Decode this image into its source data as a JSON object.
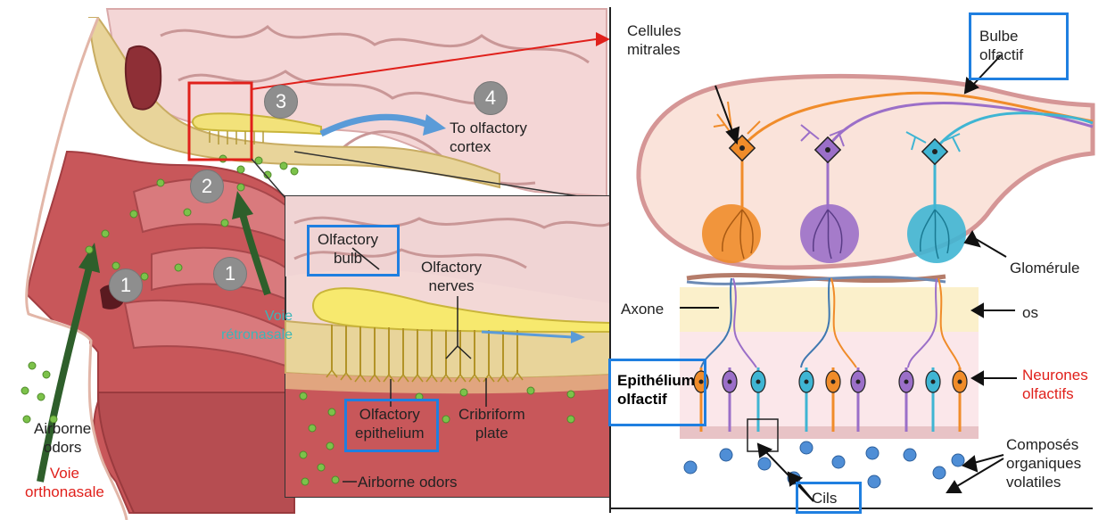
{
  "left_panel": {
    "step_numbers": [
      "1",
      "1",
      "2",
      "3",
      "4"
    ],
    "to_cortex": [
      "To olfactory",
      "cortex"
    ],
    "airborne_odors": [
      "Airborne",
      "odors"
    ],
    "voie_orthonasale": [
      "Voie",
      "orthonasale"
    ],
    "voie_retronasale": [
      "Voie",
      "rétronasale"
    ]
  },
  "inset": {
    "olfactory_bulb": [
      "Olfactory",
      "bulb"
    ],
    "olfactory_nerves": [
      "Olfactory",
      "nerves"
    ],
    "olfactory_epithelium": [
      "Olfactory",
      "epithelium"
    ],
    "cribriform_plate": [
      "Cribriform",
      "plate"
    ],
    "airborne_odors": "Airborne odors"
  },
  "right_panel": {
    "cellules_mitrales": [
      "Cellules",
      "mitrales"
    ],
    "bulbe_olfactif": [
      "Bulbe",
      "olfactif"
    ],
    "glomerule": "Glomérule",
    "axone": "Axone",
    "os": "os",
    "epithelium_olfactif": [
      "Epithélium",
      "olfactif"
    ],
    "neurones_olfactifs": [
      "Neurones",
      "olfactifs"
    ],
    "composes": [
      "Composés",
      "organiques",
      "volatiles"
    ],
    "cils": "Cils"
  },
  "colors": {
    "highlight_box": "#1f7fe0",
    "zoom_box": "#e0201b",
    "orange_neuron": "#f08c2a",
    "purple_neuron": "#9b6fc8",
    "cyan_neuron": "#3fb5d3"
  }
}
